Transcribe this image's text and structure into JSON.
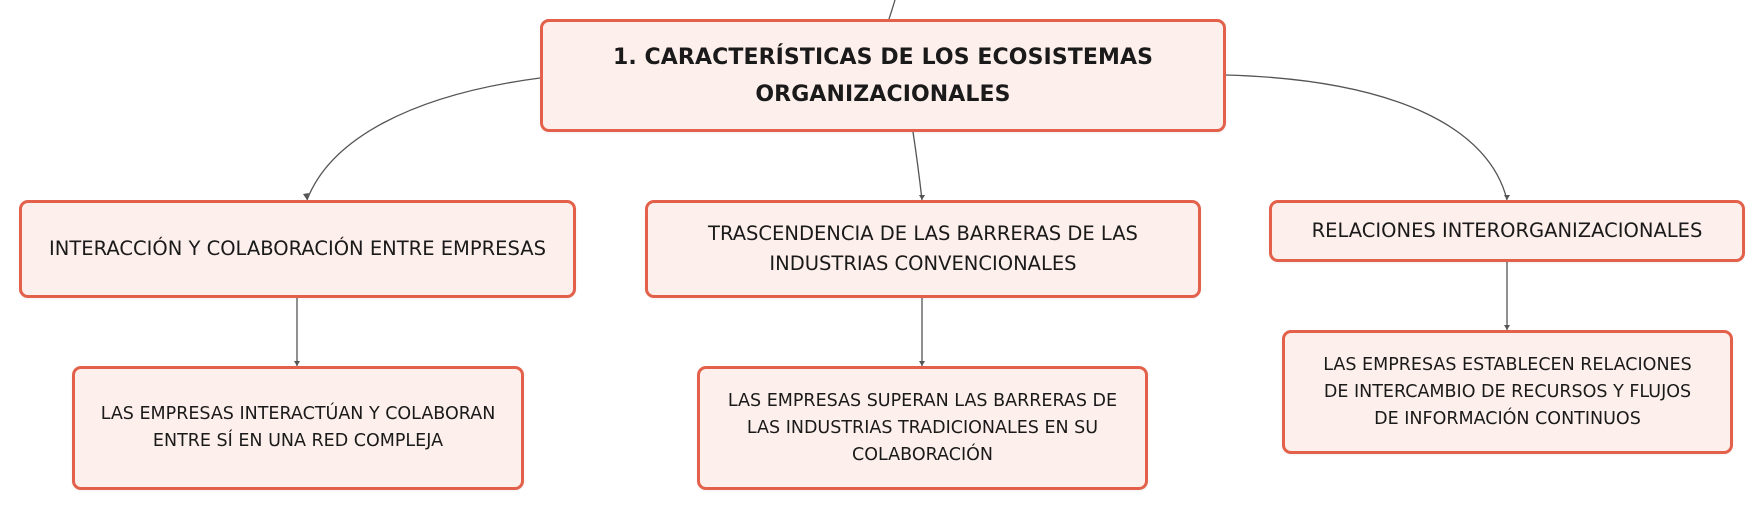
{
  "diagram": {
    "root": {
      "text": "1. CARACTERÍSTICAS DE LOS ECOSISTEMAS ORGANIZACIONALES"
    },
    "branches": [
      {
        "text": "INTERACCIÓN Y COLABORACIÓN ENTRE EMPRESAS",
        "child": "LAS EMPRESAS INTERACTÚAN Y COLABORAN ENTRE SÍ EN UNA RED COMPLEJA"
      },
      {
        "text": "TRASCENDENCIA DE LAS BARRERAS DE LAS INDUSTRIAS CONVENCIONALES",
        "child": "LAS EMPRESAS SUPERAN LAS BARRERAS DE LAS INDUSTRIAS TRADICIONALES EN SU COLABORACIÓN"
      },
      {
        "text": "RELACIONES INTERORGANIZACIONALES",
        "child": "LAS EMPRESAS ESTABLECEN RELACIONES DE INTERCAMBIO DE RECURSOS Y FLUJOS DE INFORMACIÓN CONTINUOS"
      }
    ]
  },
  "colors": {
    "node_fill": "#fdefeb",
    "node_border": "#e3604a",
    "connector": "#555555",
    "text": "#1a1a1a"
  }
}
